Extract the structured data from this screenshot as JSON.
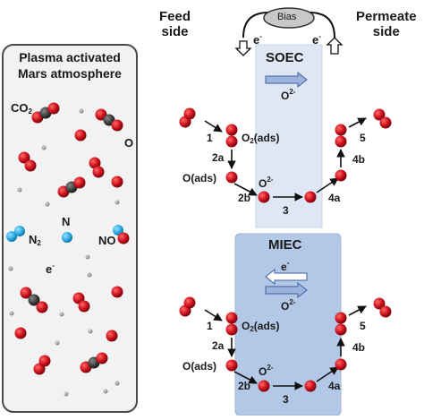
{
  "diagram": {
    "left_panel": {
      "title_line1": "Plasma activated",
      "title_line2": "Mars atmosphere",
      "labels": {
        "co2": "CO",
        "co2_sub": "2",
        "o": "O",
        "n": "N",
        "n2": "N",
        "n2_sub": "2",
        "no": "NO",
        "e": "e",
        "e_sup": "-"
      }
    },
    "header": {
      "feed_line1": "Feed",
      "feed_line2": "side",
      "permeate_line1": "Permeate",
      "permeate_line2": "side",
      "bias": "Bias",
      "e_left": "e",
      "e_left_sup": "-",
      "e_right": "e",
      "e_right_sup": "-"
    },
    "soec": {
      "title": "SOEC",
      "ion": "O",
      "ion_sup": "2-",
      "steps": {
        "s1": "1",
        "s2a": "2a",
        "s2b": "2b",
        "s3": "3",
        "s4a": "4a",
        "s4b": "4b",
        "s5": "5"
      },
      "o2ads": "O",
      "o2ads_sub": "2",
      "o2ads_rest": "(ads)",
      "oads": "O(ads)",
      "o2minus": "O",
      "o2minus_sup": "2-"
    },
    "miec": {
      "title": "MIEC",
      "e": "e",
      "e_sup": "-",
      "ion": "O",
      "ion_sup": "2-",
      "steps": {
        "s1": "1",
        "s2a": "2a",
        "s2b": "2b",
        "s3": "3",
        "s4a": "4a",
        "s4b": "4b",
        "s5": "5"
      },
      "o2ads": "O",
      "o2ads_sub": "2",
      "o2ads_rest": "(ads)",
      "oads": "O(ads)",
      "o2minus": "O",
      "o2minus_sup": "2-"
    },
    "colors": {
      "oxygen": "#d0141e",
      "carbon": "#3c3c3c",
      "nitrogen": "#29a9e1",
      "electron": "#9a9a9a",
      "soec_fill": "#dfe7f5",
      "miec_fill": "#b3c7e6",
      "panel_fill": "#f2f2f2",
      "arrow_blue": "#9db3dc"
    }
  }
}
